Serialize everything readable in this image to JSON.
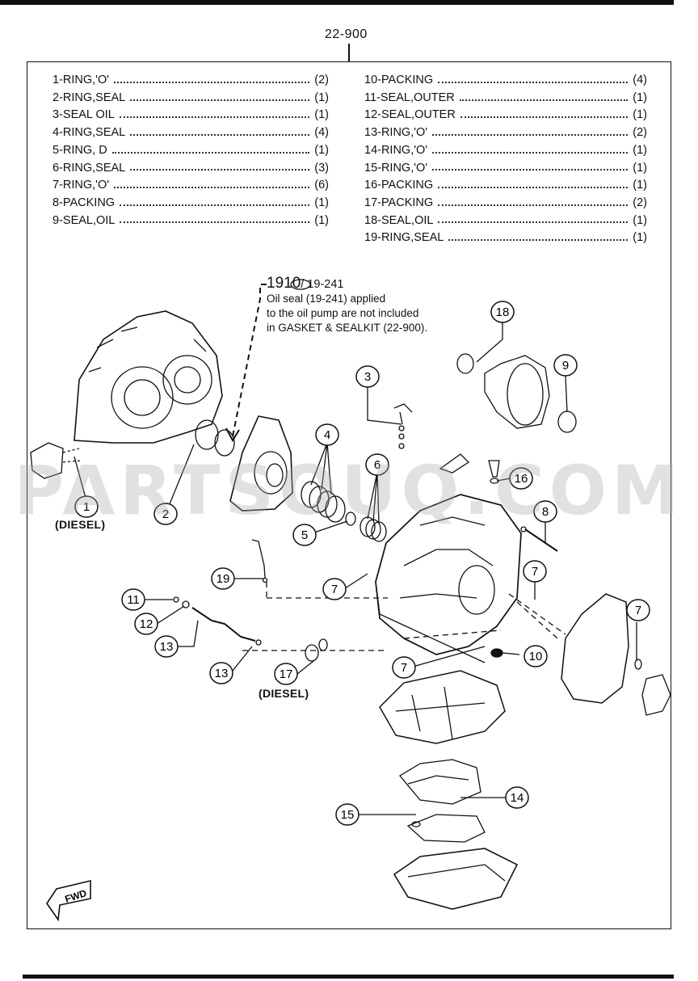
{
  "header": {
    "kit_number": "22-900"
  },
  "parts_left": [
    {
      "no": "1",
      "name": "RING,'O'",
      "qty": "(2)"
    },
    {
      "no": "2",
      "name": "RING,SEAL",
      "qty": "(1)"
    },
    {
      "no": "3",
      "name": "SEAL OIL",
      "qty": "(1)"
    },
    {
      "no": "4",
      "name": "RING,SEAL",
      "qty": "(4)"
    },
    {
      "no": "5",
      "name": "RING, D",
      "qty": "(1)"
    },
    {
      "no": "6",
      "name": "RING,SEAL",
      "qty": "(3)"
    },
    {
      "no": "7",
      "name": "RING,'O'",
      "qty": "(6)"
    },
    {
      "no": "8",
      "name": "PACKING",
      "qty": "(1)"
    },
    {
      "no": "9",
      "name": "SEAL,OIL",
      "qty": "(1)"
    }
  ],
  "parts_right": [
    {
      "no": "10",
      "name": "PACKING",
      "qty": "(4)"
    },
    {
      "no": "11",
      "name": "SEAL,OUTER",
      "qty": "(1)"
    },
    {
      "no": "12",
      "name": "SEAL,OUTER",
      "qty": "(1)"
    },
    {
      "no": "13",
      "name": "RING,'O'",
      "qty": "(2)"
    },
    {
      "no": "14",
      "name": "RING,'O'",
      "qty": "(1)"
    },
    {
      "no": "15",
      "name": "RING,'O'",
      "qty": "(1)"
    },
    {
      "no": "16",
      "name": "PACKING",
      "qty": "(1)"
    },
    {
      "no": "17",
      "name": "PACKING",
      "qty": "(2)"
    },
    {
      "no": "18",
      "name": "SEAL,OIL",
      "qty": "(1)"
    },
    {
      "no": "19",
      "name": "RING,SEAL",
      "qty": "(1)"
    }
  ],
  "note": {
    "ref_main": "1910",
    "ref_sub": "/ 19-241",
    "lines": [
      "Oil seal (19-241) applied",
      "to the oil pump are not included",
      "in GASKET & SEALKIT (22-900)."
    ]
  },
  "labels": {
    "diesel_1": "(DIESEL)",
    "diesel_2": "(DIESEL)",
    "fwd": "FWD"
  },
  "callouts": [
    "1",
    "2",
    "3",
    "4",
    "5",
    "6",
    "7",
    "7",
    "7",
    "7",
    "8",
    "9",
    "10",
    "11",
    "12",
    "13",
    "13",
    "14",
    "15",
    "16",
    "17",
    "18",
    "19"
  ],
  "watermark": "PARTSOUQ.COM"
}
